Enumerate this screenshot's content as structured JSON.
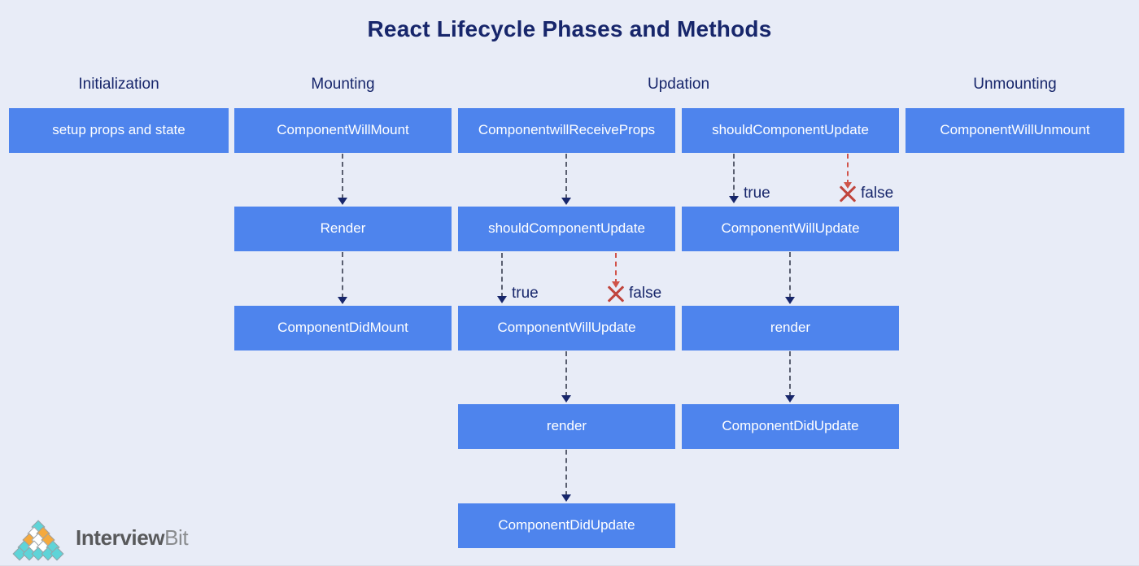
{
  "title": "React Lifecycle Phases and Methods",
  "colors": {
    "background": "#e8ecf7",
    "node": "#4e84ed",
    "node_text": "#ffffff",
    "title_text": "#17266b",
    "connector": "#5a5f70",
    "false_branch": "#c0443c"
  },
  "phases": [
    {
      "label": "Initialization"
    },
    {
      "label": "Mounting"
    },
    {
      "label": "Updation"
    },
    {
      "label": "Unmounting"
    }
  ],
  "nodes": {
    "init_setup": "setup props and state",
    "mount_will": "ComponentWillMount",
    "mount_render": "Render",
    "mount_did": "ComponentDidMount",
    "upd_will_receive": "ComponentwillReceiveProps",
    "upd_should_a": "shouldComponentUpdate",
    "upd_will_update_a": "ComponentWillUpdate",
    "upd_render_a": "render",
    "upd_did_a": "ComponentDidUpdate",
    "upd_should_b": "shouldComponentUpdate",
    "upd_will_update_b": "ComponentWillUpdate",
    "upd_render_b": "render",
    "upd_did_b": "ComponentDidUpdate",
    "unmount_will": "ComponentWillUnmount"
  },
  "branch_labels": {
    "true_a": "true",
    "false_a": "false",
    "true_b": "true",
    "false_b": "false"
  },
  "logo": {
    "name_bold": "Interview",
    "name_light": "Bit",
    "diamond_colors": [
      "#5ed4d8",
      "#f5a93c",
      "#ffffff"
    ]
  }
}
